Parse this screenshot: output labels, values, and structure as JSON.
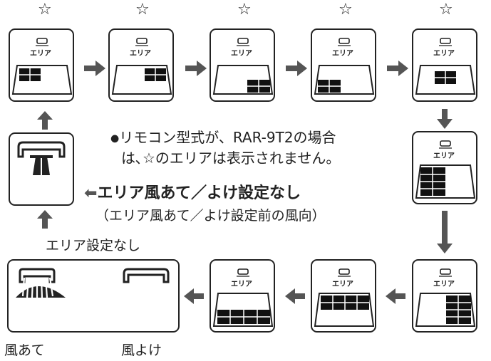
{
  "stars": [
    "☆",
    "☆",
    "☆",
    "☆",
    "☆"
  ],
  "area_label": "エリア",
  "note": {
    "bullet": "●",
    "line1": "リモコン型式が、RAR-9T2の場合",
    "line2": "は､☆のエリアは表示されません。"
  },
  "area_off": {
    "arrow": "⬅",
    "title": "エリア風あて／よけ設定なし",
    "subtitle": "（エリア風あて／よけ設定前の風向）"
  },
  "no_area_label": "エリア設定なし",
  "bottom_labels": {
    "wind_on": "風あて",
    "wind_off": "風よけ"
  }
}
